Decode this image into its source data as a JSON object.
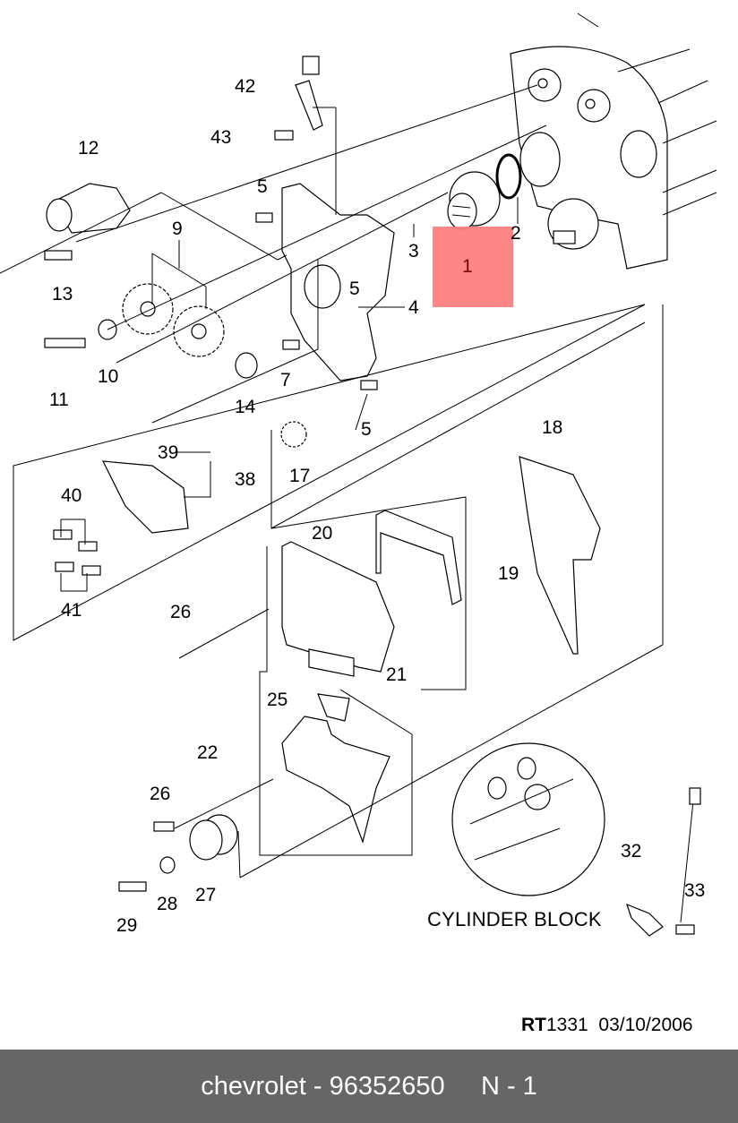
{
  "diagram": {
    "title_area_label": "CYLINDER BLOCK",
    "reference": {
      "prefix": "RT",
      "number": "1331",
      "date": "03/10/2006"
    },
    "highlight": {
      "part_number": "1",
      "color": "#ff8080"
    },
    "callouts": [
      {
        "id": "42",
        "label": "42"
      },
      {
        "id": "43",
        "label": "43"
      },
      {
        "id": "12",
        "label": "12"
      },
      {
        "id": "5a",
        "label": "5"
      },
      {
        "id": "9",
        "label": "9"
      },
      {
        "id": "13",
        "label": "13"
      },
      {
        "id": "3",
        "label": "3"
      },
      {
        "id": "2",
        "label": "2"
      },
      {
        "id": "5b",
        "label": "5"
      },
      {
        "id": "4",
        "label": "4"
      },
      {
        "id": "10",
        "label": "10"
      },
      {
        "id": "11",
        "label": "11"
      },
      {
        "id": "7",
        "label": "7"
      },
      {
        "id": "14",
        "label": "14"
      },
      {
        "id": "5c",
        "label": "5"
      },
      {
        "id": "18",
        "label": "18"
      },
      {
        "id": "39",
        "label": "39"
      },
      {
        "id": "38",
        "label": "38"
      },
      {
        "id": "17",
        "label": "17"
      },
      {
        "id": "40",
        "label": "40"
      },
      {
        "id": "20",
        "label": "20"
      },
      {
        "id": "19",
        "label": "19"
      },
      {
        "id": "41",
        "label": "41"
      },
      {
        "id": "26a",
        "label": "26"
      },
      {
        "id": "21",
        "label": "21"
      },
      {
        "id": "25",
        "label": "25"
      },
      {
        "id": "22",
        "label": "22"
      },
      {
        "id": "26b",
        "label": "26"
      },
      {
        "id": "32",
        "label": "32"
      },
      {
        "id": "33",
        "label": "33"
      },
      {
        "id": "28",
        "label": "28"
      },
      {
        "id": "27",
        "label": "27"
      },
      {
        "id": "29",
        "label": "29"
      }
    ]
  },
  "footer": {
    "text": "chevrolet - 96352650     N - 1",
    "background": "#666666"
  }
}
